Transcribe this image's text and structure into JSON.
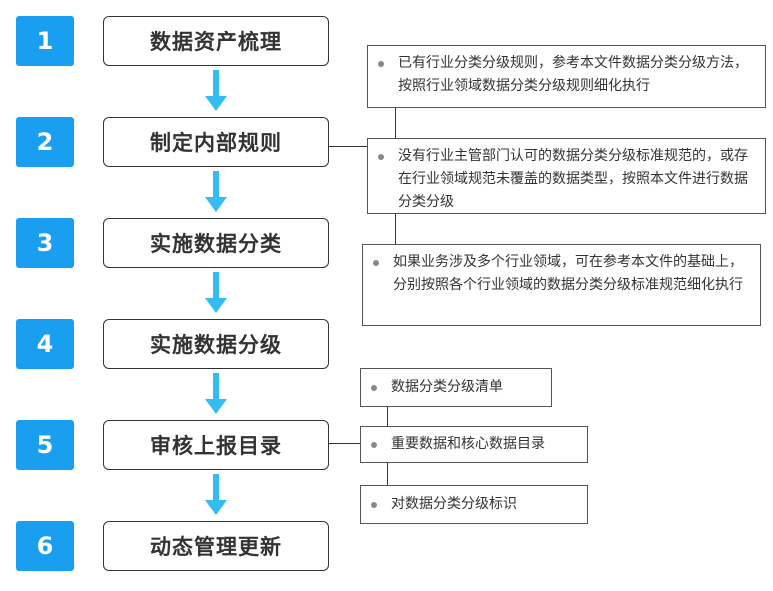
{
  "steps": [
    {
      "num": "1",
      "label": "数据资产梳理"
    },
    {
      "num": "2",
      "label": "制定内部规则"
    },
    {
      "num": "3",
      "label": "实施数据分类"
    },
    {
      "num": "4",
      "label": "实施数据分级"
    },
    {
      "num": "5",
      "label": "审核上报目录"
    },
    {
      "num": "6",
      "label": "动态管理更新"
    }
  ],
  "rule_notes": [
    "已有行业分类分级规则，参考本文件数据分类分级方法，按照行业领域数据分类分级规则细化执行",
    "没有行业主管部门认可的数据分类分级标准规范的，或存在行业领域规范未覆盖的数据类型，按照本文件进行数据分类分级",
    "如果业务涉及多个行业领域，可在参考本文件的基础上，分别按照各个行业领域的数据分类分级标准规范细化执行"
  ],
  "report_notes": [
    "数据分类分级清单",
    "重要数据和核心数据目录",
    "对数据分类分级标识"
  ],
  "colors": {
    "accent": "#1a9ff0",
    "arrow": "#33bdf2",
    "border": "#333333"
  }
}
